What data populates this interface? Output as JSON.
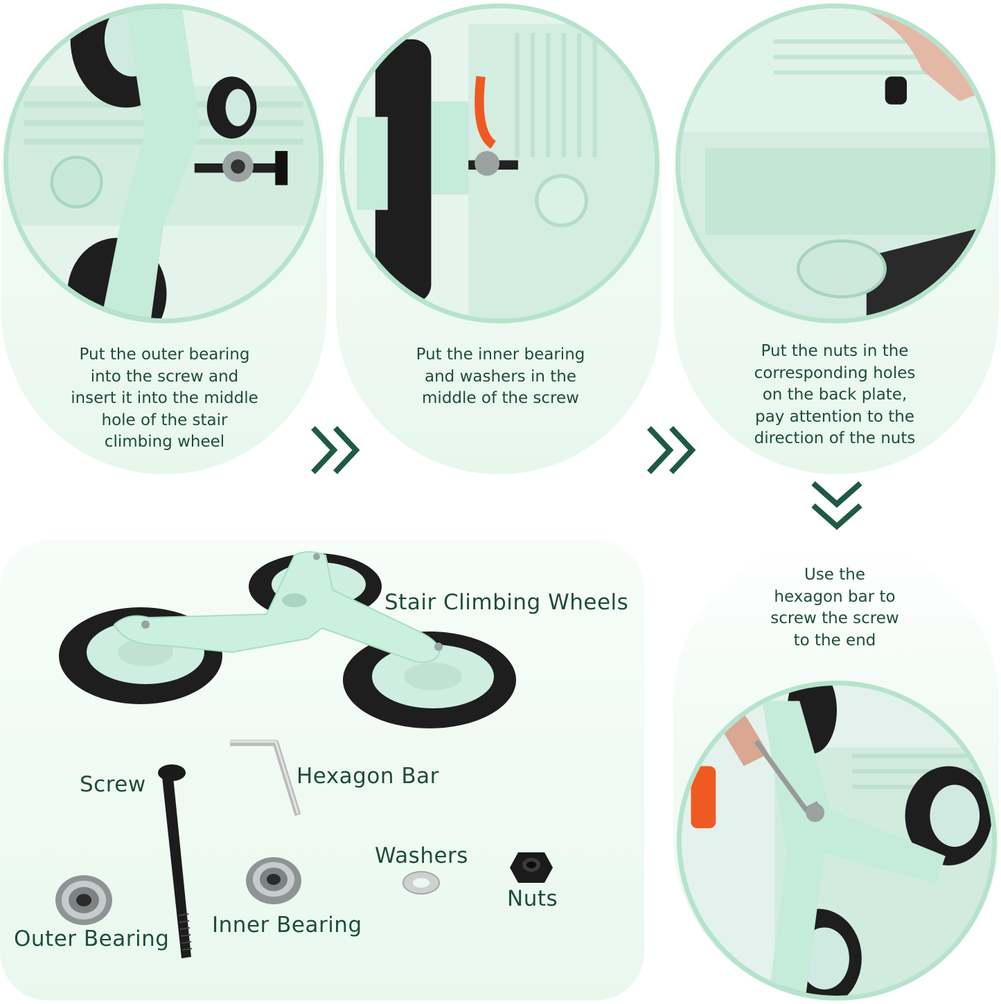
{
  "steps": [
    {
      "text": "Put the outer bearing\ninto the screw and\ninsert it into the middle\nhole of the stair\nclimbing wheel",
      "photo": "bearing-screw-insert-photo"
    },
    {
      "text": "Put the inner bearing\nand washers in the\nmiddle of the screw",
      "photo": "inner-bearing-photo"
    },
    {
      "text": "Put the nuts in the\ncorresponding holes\non the back plate,\npay attention to the\ndirection of the nuts",
      "photo": "nuts-placement-photo"
    },
    {
      "text": "Use the\nhexagon bar to\nscrew the screw\nto the end",
      "photo": "hexagon-bar-screwing-photo"
    }
  ],
  "parts": {
    "wheels_label": "Stair Climbing Wheels",
    "screw_label": "Screw",
    "hexbar_label": "Hexagon Bar",
    "washers_label": "Washers",
    "nuts_label": "Nuts",
    "outer_bearing_label": "Outer Bearing",
    "inner_bearing_label": "Inner Bearing"
  },
  "icons": {
    "arrow_right": "double-chevron-right-icon",
    "arrow_down": "double-chevron-down-icon"
  },
  "colors": {
    "accent": "#1f5a43",
    "mint": "#c9ecdc",
    "mint_border": "#b6e3cc",
    "tire": "#1e1e1e",
    "orange": "#ef5a22"
  }
}
